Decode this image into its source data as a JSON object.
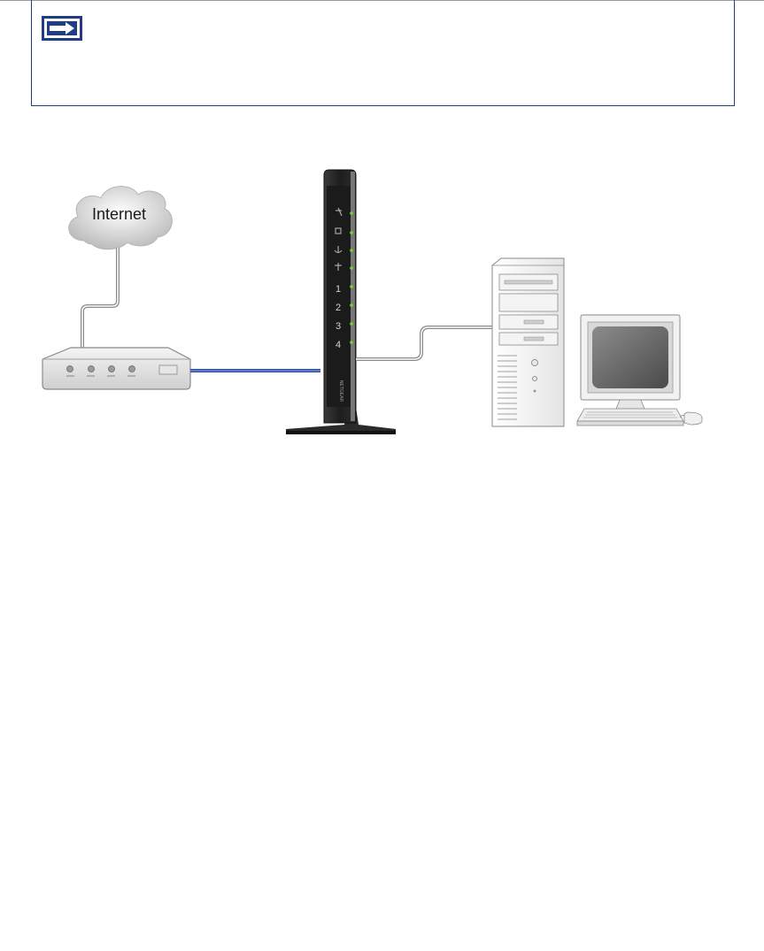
{
  "note": {
    "icon": "right-arrow-icon",
    "border_color": "#1f3b8a"
  },
  "diagram": {
    "cloud_label": "Internet",
    "router_brand": "NETGEAR",
    "router_port_labels": [
      "1",
      "2",
      "3",
      "4"
    ],
    "led_color": "#7ed321",
    "cable_color_modem": "#2b4cb0",
    "cable_color_computer": "#8a8a8a"
  }
}
